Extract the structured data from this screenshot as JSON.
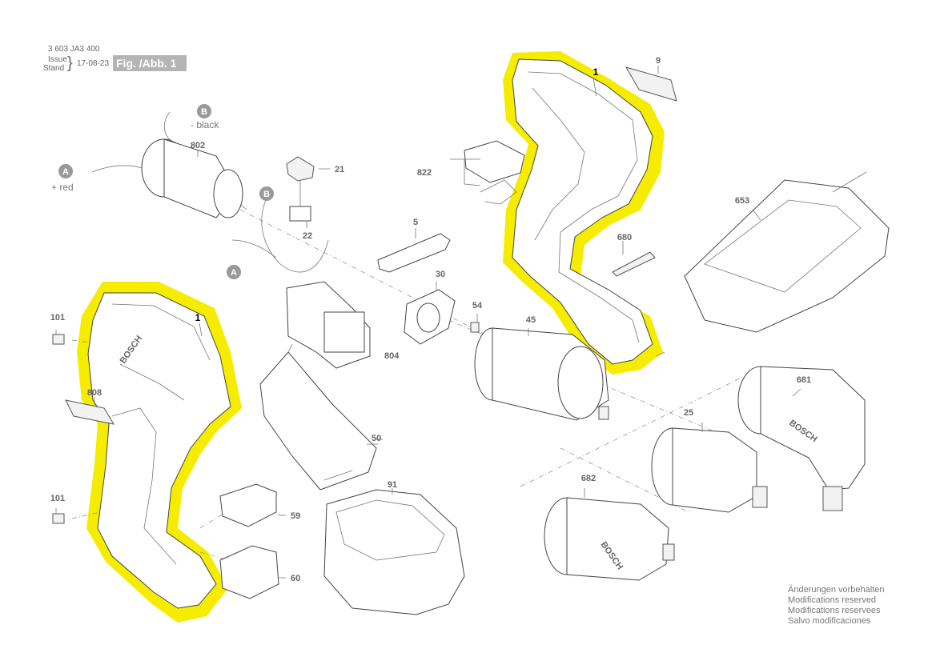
{
  "header": {
    "doc_number": "3 603 JA3 400",
    "issue_label": "Issue",
    "stand_label": "Stand",
    "date": "17-08-23",
    "figure": "Fig. /Abb. 1"
  },
  "notes": [
    "Änderungen vorbehalten",
    "Modifications reserved",
    "Modifications reservees",
    "Salvo modificaciones"
  ],
  "wires": {
    "a_letter": "A",
    "a_label": "+ red",
    "b_letter": "B",
    "b_label": "- black"
  },
  "brand": "BOSCH",
  "highlight_color": "#f5ec00",
  "parts": {
    "p1_top": "1",
    "p1_left": "1",
    "p5": "5",
    "p9": "9",
    "p21": "21",
    "p22": "22",
    "p25": "25",
    "p30": "30",
    "p45": "45",
    "p50": "50",
    "p54": "54",
    "p59": "59",
    "p60": "60",
    "p91": "91",
    "p101_top": "101",
    "p101_bottom": "101",
    "p653": "653",
    "p680": "680",
    "p681": "681",
    "p682": "682",
    "p802": "802",
    "p804": "804",
    "p808": "808",
    "p822": "822"
  }
}
